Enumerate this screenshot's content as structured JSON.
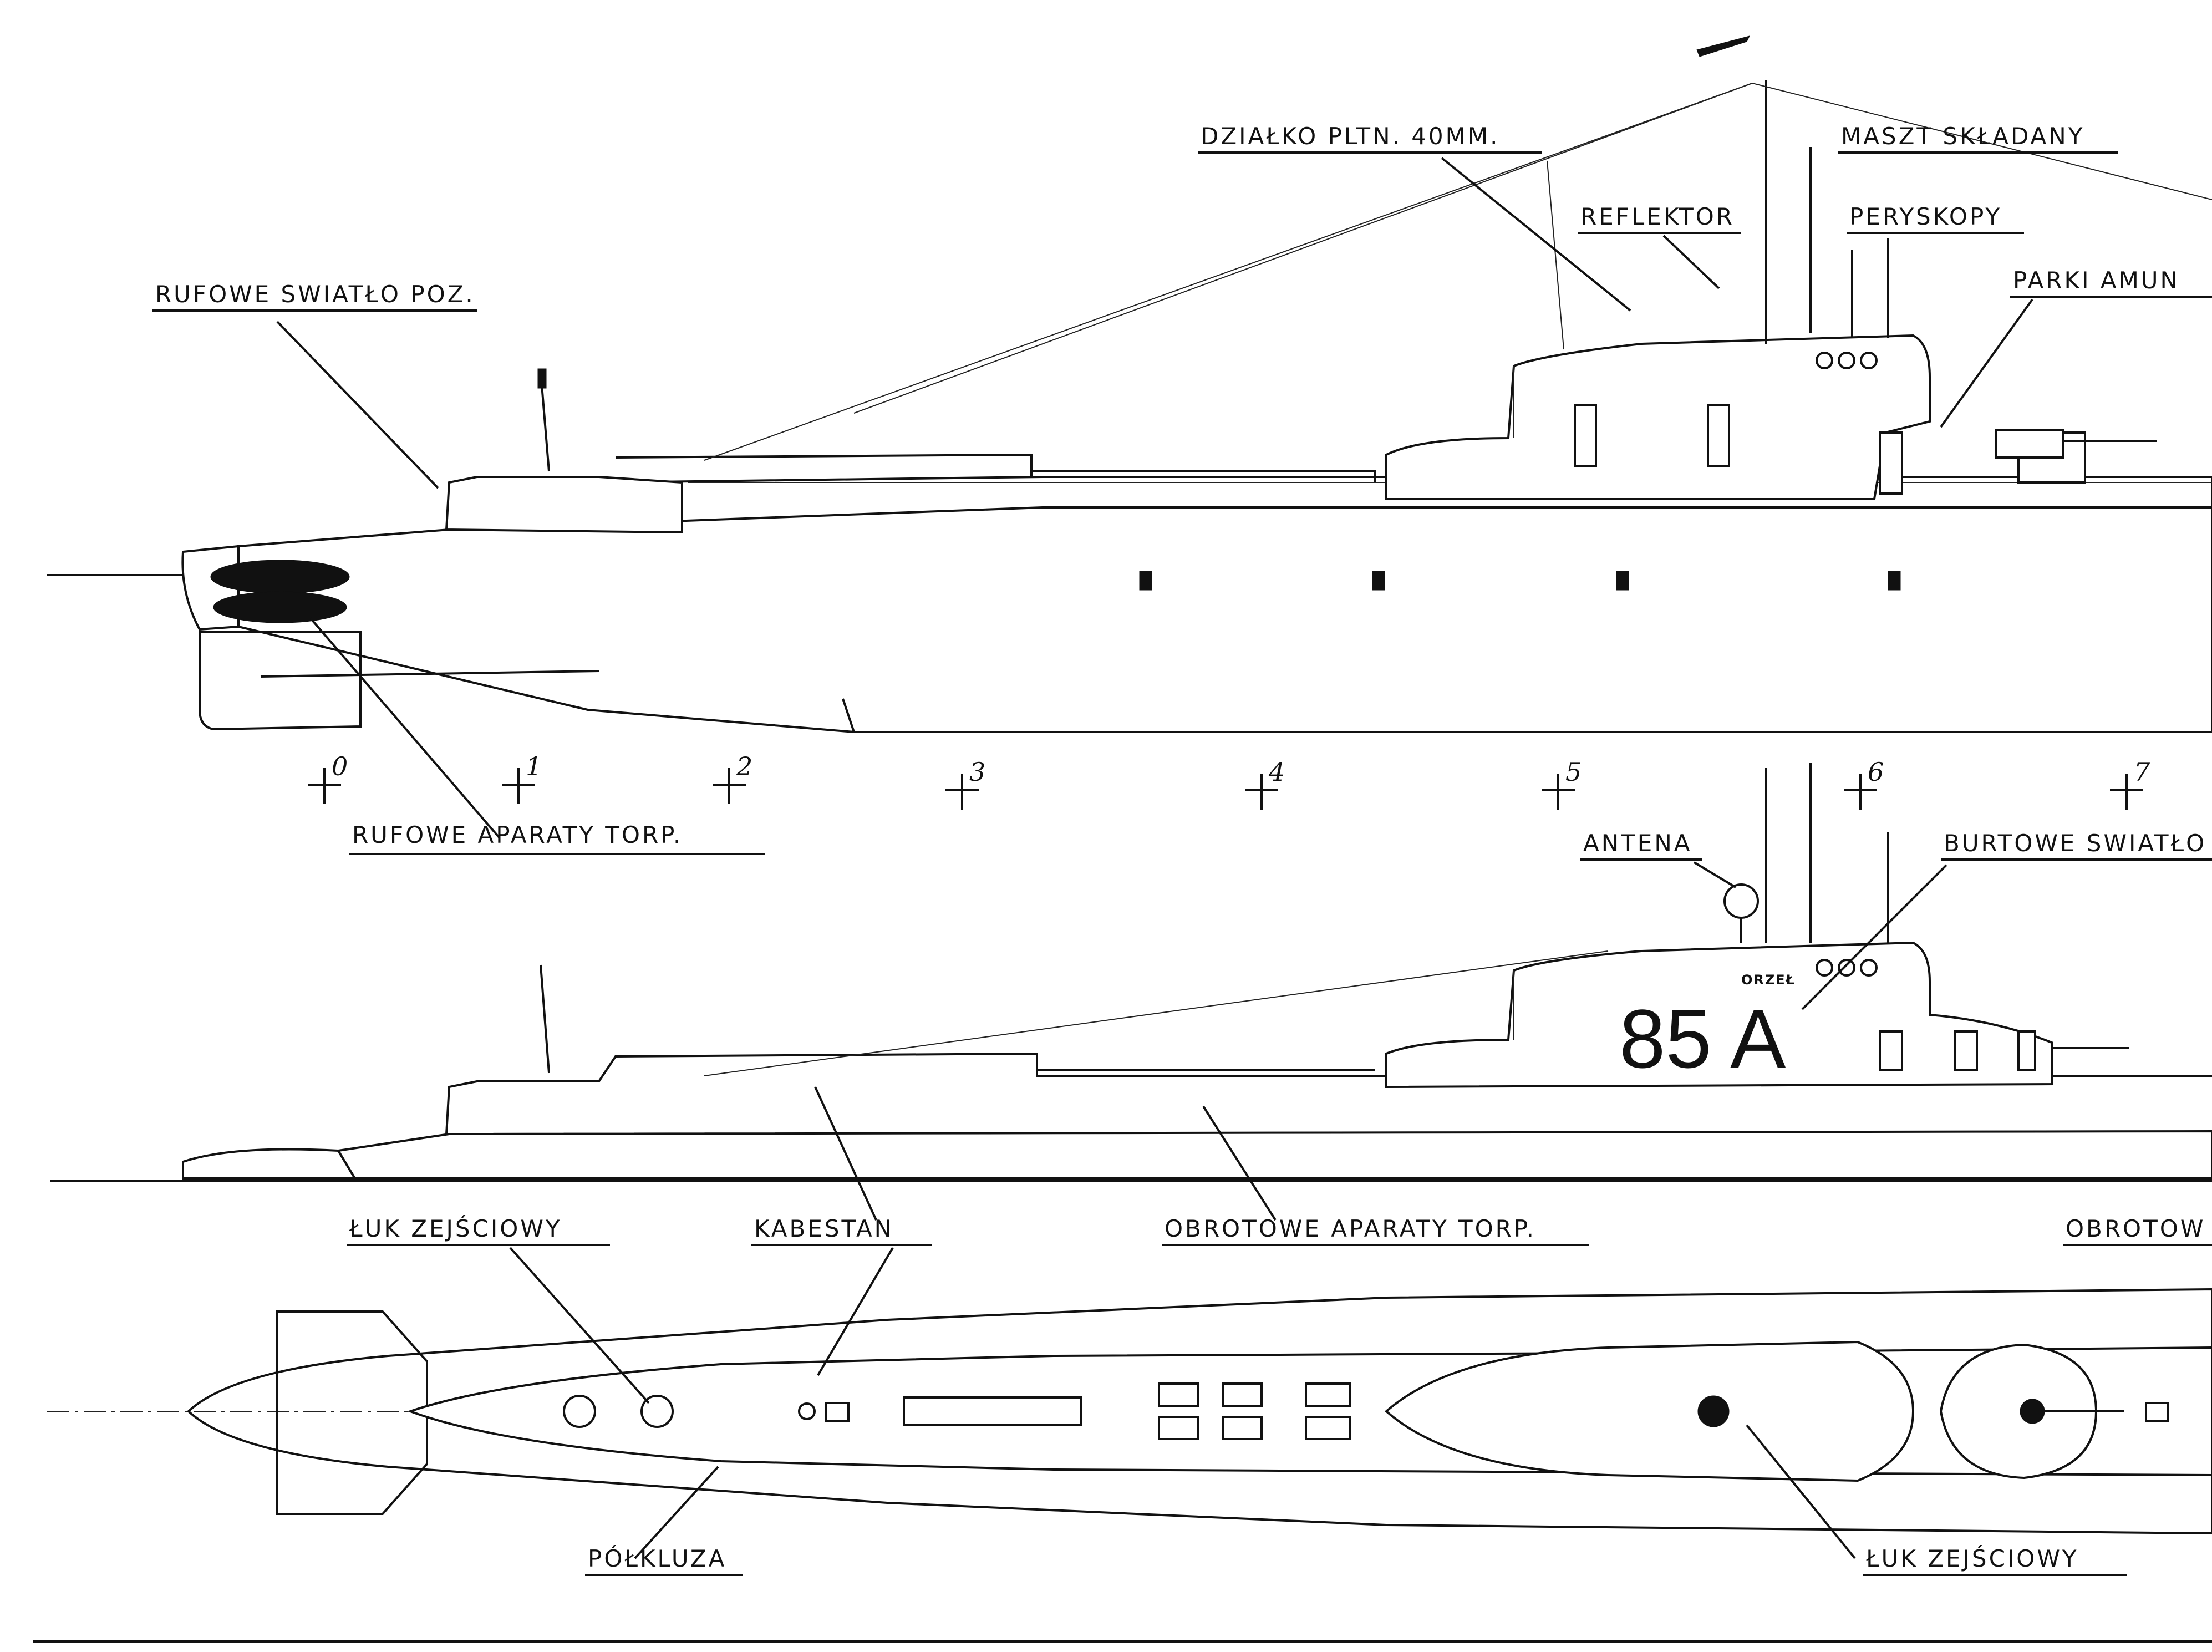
{
  "labels": {
    "dzialko": "DZIAŁKO PLTN. 40MM.",
    "maszt": "MASZT SKŁADANY",
    "reflektor": "REFLEKTOR",
    "peryskopy": "PERYSKOPY",
    "parki": "PARKI AMUN",
    "rufowe_swiatlo": "RUFOWE SWIATŁO POZ.",
    "rufowe_aparaty": "RUFOWE APARATY TORP.",
    "antena": "ANTENA",
    "burtowe": "BURTOWE SWIATŁO",
    "luk_1": "ŁUK ZEJŚCIOWY",
    "kabestan": "KABESTAN",
    "obrotowe_1": "OBROTOWE APARATY TORP.",
    "obrotowe_2": "OBROTOW",
    "polkluza": "PÓŁKLUZA",
    "luk_2": "ŁUK ZEJŚCIOWY"
  },
  "frames": [
    "0",
    "1",
    "2",
    "3",
    "4",
    "5",
    "6",
    "7"
  ],
  "hull_marking": "85 A",
  "ship_name": "ORZEŁ",
  "colors": {
    "ink": "#111111",
    "paper": "#ffffff"
  }
}
